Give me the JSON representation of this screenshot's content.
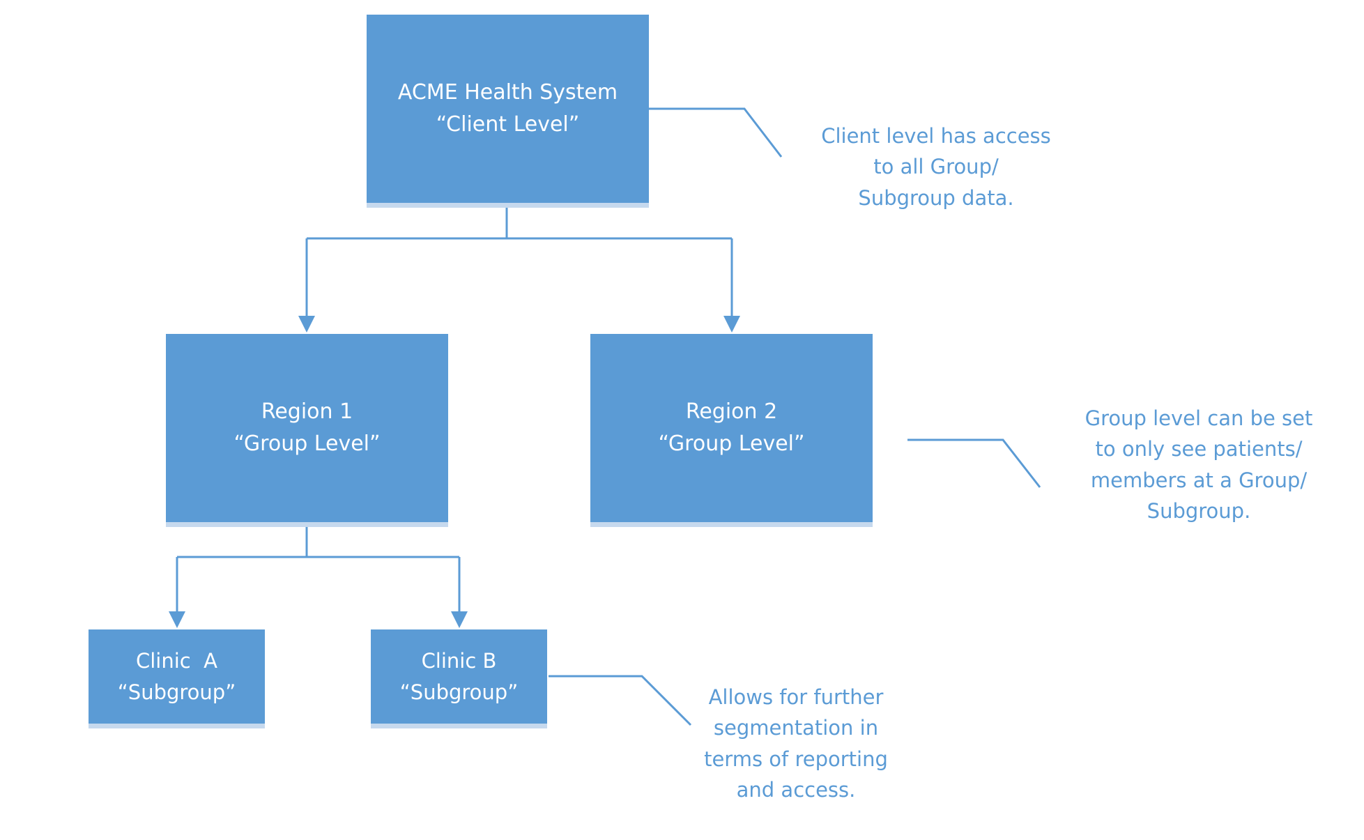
{
  "colors": {
    "node_fill": "#5b9bd5",
    "node_text": "#ffffff",
    "line": "#5b9bd5",
    "note_text": "#5b9bd5"
  },
  "nodes": {
    "client": {
      "line1": "ACME Health System",
      "line2": "“Client Level”"
    },
    "region1": {
      "line1": "Region 1",
      "line2": "“Group Level”"
    },
    "region2": {
      "line1": "Region 2",
      "line2": "“Group Level”"
    },
    "clinic_a": {
      "line1": "Clinic  A",
      "line2": "“Subgroup”"
    },
    "clinic_b": {
      "line1": "Clinic B",
      "line2": "“Subgroup”"
    }
  },
  "notes": {
    "client": [
      "Client level has access",
      "to all Group/",
      "Subgroup data."
    ],
    "group": [
      "Group level can be set",
      "to only see patients/",
      "members at a Group/",
      "Subgroup."
    ],
    "subgroup": [
      "Allows for further",
      "segmentation in",
      "terms of reporting",
      "and access."
    ]
  }
}
